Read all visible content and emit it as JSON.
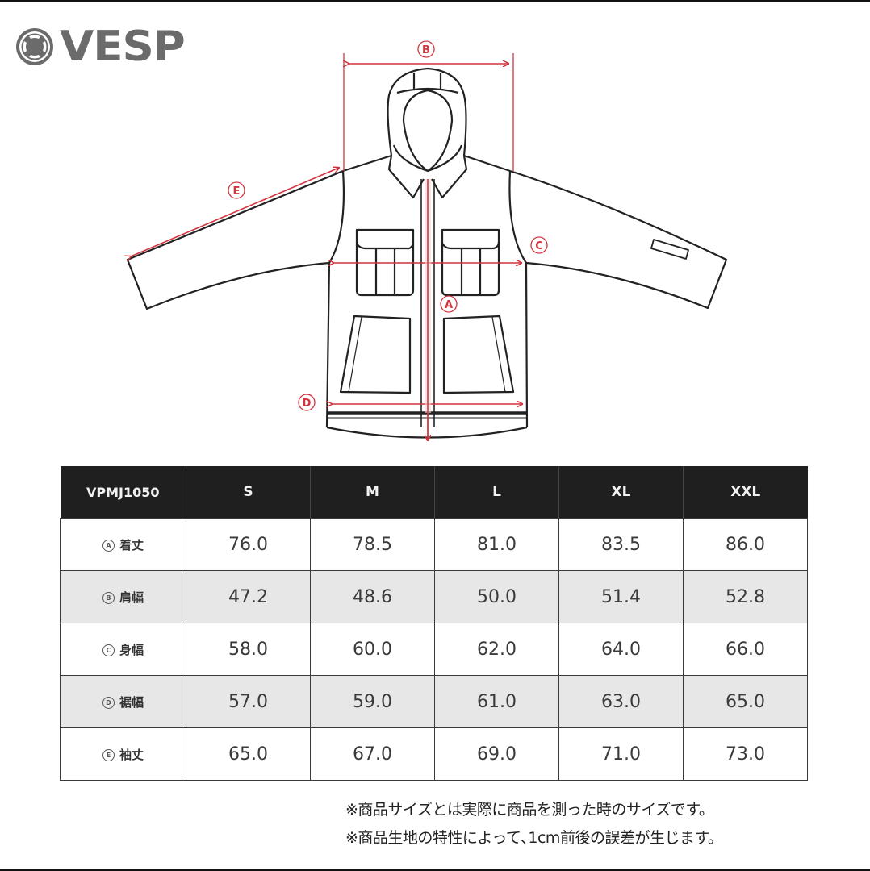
{
  "brand": {
    "logo_text": "VESP"
  },
  "diagram": {
    "title": "Jacket measurement diagram",
    "markers": [
      {
        "id": "A",
        "label": "A",
        "description": "着丈 (body length)"
      },
      {
        "id": "B",
        "label": "B",
        "description": "肩幅 (shoulder width)"
      },
      {
        "id": "C",
        "label": "C",
        "description": "身幅 (chest width)"
      },
      {
        "id": "D",
        "label": "D",
        "description": "裾幅 (hem width)"
      },
      {
        "id": "E",
        "label": "E",
        "description": "袖丈 (sleeve length)"
      }
    ],
    "colors": {
      "line": "#222222",
      "measure": "#d2343f"
    }
  },
  "table": {
    "model": "VPMJ1050",
    "sizes": [
      "S",
      "M",
      "L",
      "XL",
      "XXL"
    ],
    "rows": [
      {
        "marker": "A",
        "label": "着丈",
        "values": [
          "76.0",
          "78.5",
          "81.0",
          "83.5",
          "86.0"
        ],
        "shaded": false
      },
      {
        "marker": "B",
        "label": "肩幅",
        "values": [
          "47.2",
          "48.6",
          "50.0",
          "51.4",
          "52.8"
        ],
        "shaded": true
      },
      {
        "marker": "C",
        "label": "身幅",
        "values": [
          "58.0",
          "60.0",
          "62.0",
          "64.0",
          "66.0"
        ],
        "shaded": false
      },
      {
        "marker": "D",
        "label": "裾幅",
        "values": [
          "57.0",
          "59.0",
          "61.0",
          "63.0",
          "65.0"
        ],
        "shaded": true
      },
      {
        "marker": "E",
        "label": "袖丈",
        "values": [
          "65.0",
          "67.0",
          "69.0",
          "71.0",
          "73.0"
        ],
        "shaded": false
      }
    ]
  },
  "notes": [
    "※商品サイズとは実際に商品を測った時のサイズです。",
    "※商品生地の特性によって､1cm前後の誤差が生じます。"
  ]
}
